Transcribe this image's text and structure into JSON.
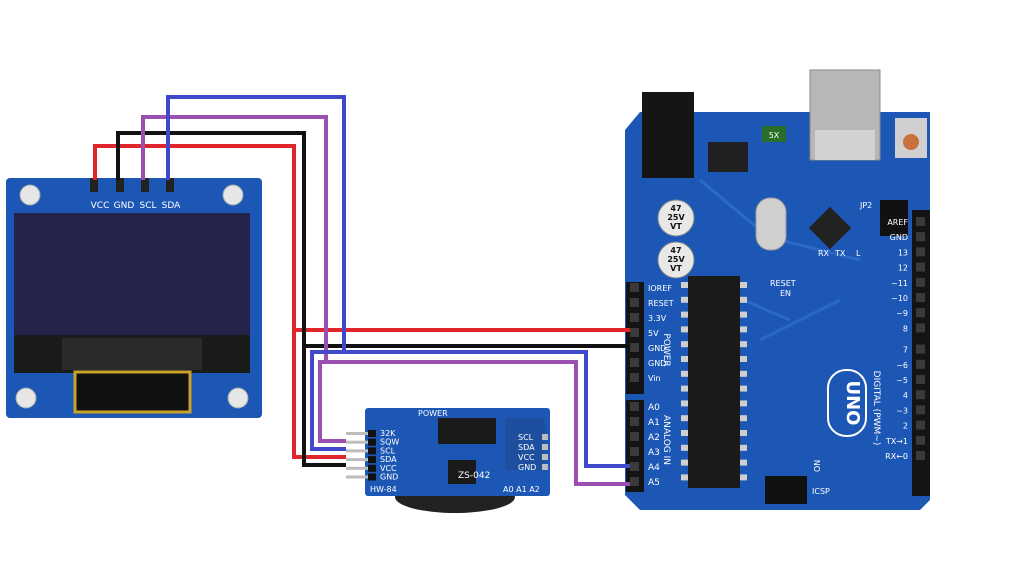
{
  "colors": {
    "vcc_wire": "#e0262b",
    "gnd_wire": "#111111",
    "scl_wire": "#9b4fb0",
    "sda_wire": "#3f49c9",
    "pcb_blue": "#1d57b5",
    "pcb_dark": "#123f8c"
  },
  "oled": {
    "pins": [
      "VCC",
      "GND",
      "SCL",
      "SDA"
    ]
  },
  "rtc": {
    "left_pins": [
      "32K",
      "SQW",
      "SCL",
      "SDA",
      "VCC",
      "GND"
    ],
    "right_pins": [
      "SCL",
      "SDA",
      "VCC",
      "GND"
    ],
    "power_label": "POWER",
    "model": "ZS-042",
    "board_id": "HW-84",
    "address_label": "A0 A1 A2"
  },
  "arduino": {
    "power_pins": [
      "IOREF",
      "RESET",
      "3.3V",
      "5V",
      "GND",
      "GND",
      "Vin"
    ],
    "power_header_label": "POWER",
    "analog_pins": [
      "A0",
      "A1",
      "A2",
      "A3",
      "A4",
      "A5"
    ],
    "analog_header_label": "ANALOG IN",
    "digital_pins": [
      "AREF",
      "GND",
      "13",
      "12",
      "~11",
      "~10",
      "~9",
      "8",
      "7",
      "~6",
      "~5",
      "4",
      "~3",
      "2",
      "TX→1",
      "RX←0"
    ],
    "digital_header_label": "DIGITAL (PWM~)",
    "logo": "UNO",
    "cap_label_line1": "47",
    "cap_label_line2": "25V",
    "cap_label_line3": "VT",
    "tx_label": "TX",
    "rx_label": "RX",
    "l_label": "L",
    "on_label": "ON",
    "reset_label": "RESET",
    "en_label": "EN",
    "icsp_label": "ICSP",
    "jp2_label": "JP2",
    "small_label": "5X"
  }
}
